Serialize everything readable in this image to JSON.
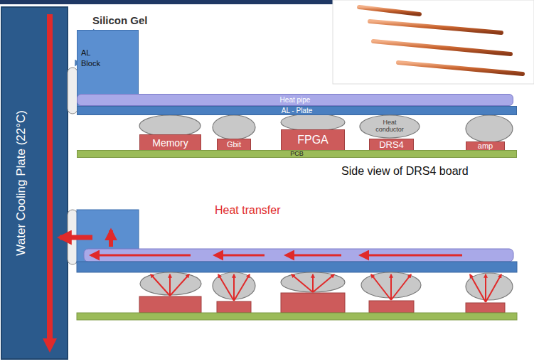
{
  "diagram": {
    "nodes": [
      {
        "text": [
          "Water Cooling Plate (22°C)"
        ]
      },
      {
        "text": [
          "AL Block"
        ]
      },
      {
        "text": [
          "Heat pipe"
        ]
      },
      {
        "text": [
          "AL - Plate"
        ]
      },
      {
        "text": [
          "Memory"
        ]
      },
      {
        "text": [
          "Gbit"
        ]
      },
      {
        "text": [
          "FPGA"
        ]
      },
      {
        "text": [
          "Heat conductor"
        ]
      },
      {
        "text": [
          "DRS4"
        ]
      },
      {
        "text": [
          "amp"
        ]
      },
      {
        "text": [
          "PCB"
        ]
      }
    ],
    "labels": [
      "Silicon Gel",
      "Side view of DRS4 board",
      "Heat transfer"
    ]
  }
}
